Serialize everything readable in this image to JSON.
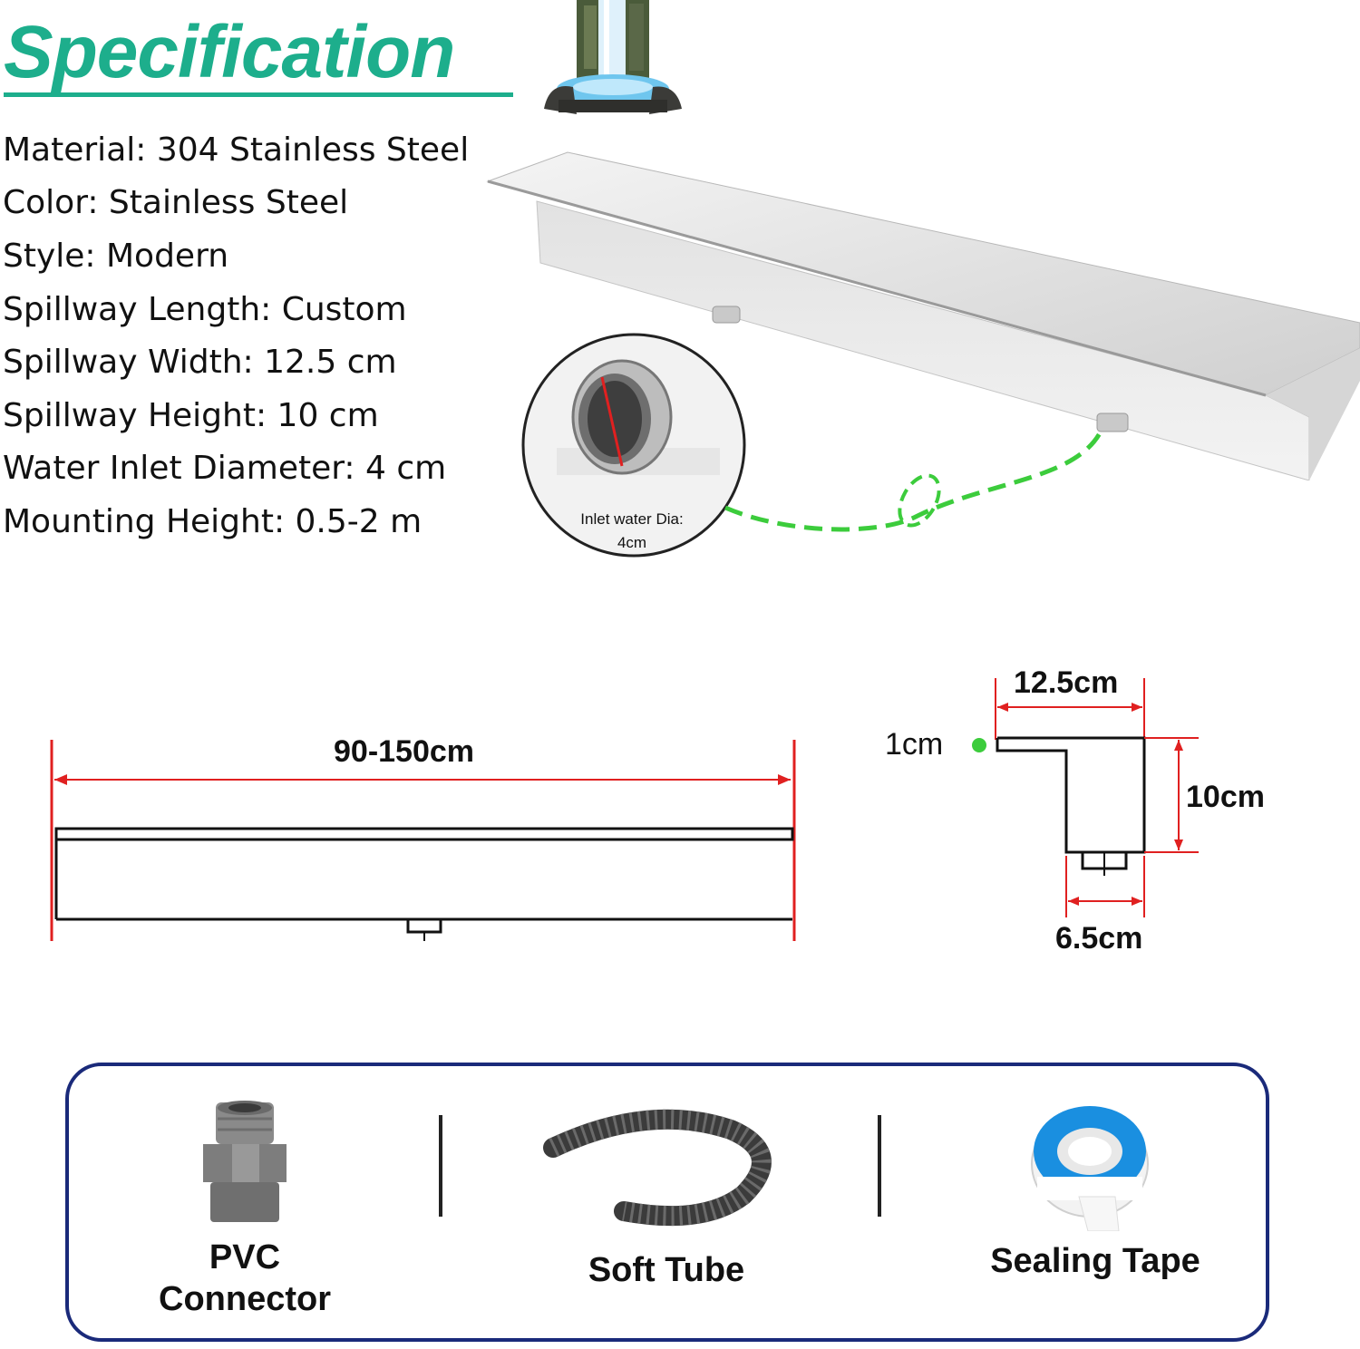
{
  "header": {
    "title": "Specification"
  },
  "specs": [
    "Material: 304 Stainless Steel",
    "Color: Stainless Steel",
    "Style: Modern",
    "Spillway Length: Custom",
    "Spillway Width: 12.5 cm",
    "Spillway Height: 10 cm",
    "Water Inlet Diameter: 4 cm",
    "Mounting Height: 0.5-2 m"
  ],
  "inlet_callout": {
    "line1": "Inlet water Dia:",
    "line2": "4cm"
  },
  "front_drawing": {
    "length_label": "90-150cm"
  },
  "side_drawing": {
    "width_label": "12.5cm",
    "lip_label": "1cm",
    "height_label": "10cm",
    "base_label": "6.5cm"
  },
  "accessories": [
    {
      "line1": "PVC",
      "line2": "Connector",
      "icon": "pvc-connector-icon"
    },
    {
      "line1": "Soft Tube",
      "line2": "",
      "icon": "soft-tube-icon"
    },
    {
      "line1": "Sealing Tape",
      "line2": "",
      "icon": "sealing-tape-icon"
    }
  ],
  "colors": {
    "title": "#1dae8c",
    "dimension_lines": "#e02020",
    "hose_dashes": "#3ccc3c",
    "box_border": "#1a2a7a"
  }
}
